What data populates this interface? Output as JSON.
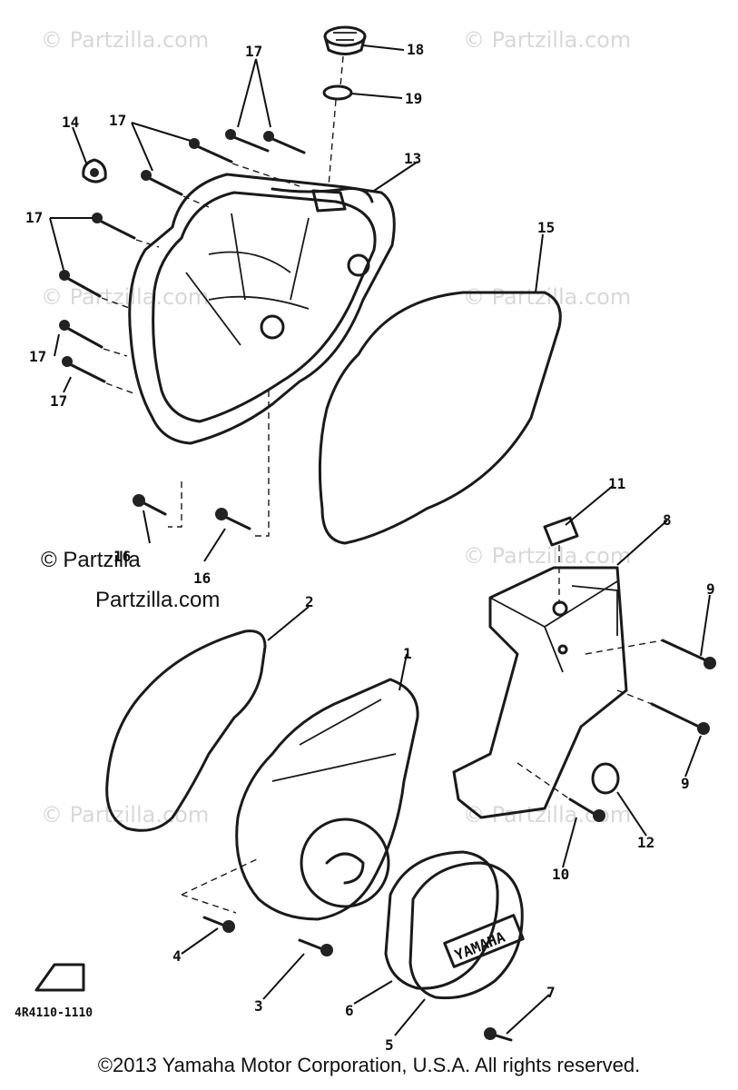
{
  "callouts": [
    {
      "id": "1",
      "label": "1"
    },
    {
      "id": "2",
      "label": "2"
    },
    {
      "id": "3",
      "label": "3"
    },
    {
      "id": "4",
      "label": "4"
    },
    {
      "id": "5",
      "label": "5"
    },
    {
      "id": "6",
      "label": "6"
    },
    {
      "id": "7",
      "label": "7"
    },
    {
      "id": "8",
      "label": "8"
    },
    {
      "id": "9a",
      "label": "9"
    },
    {
      "id": "9b",
      "label": "9"
    },
    {
      "id": "10",
      "label": "10"
    },
    {
      "id": "11",
      "label": "11"
    },
    {
      "id": "12",
      "label": "12"
    },
    {
      "id": "13",
      "label": "13"
    },
    {
      "id": "14",
      "label": "14"
    },
    {
      "id": "15",
      "label": "15"
    },
    {
      "id": "16a",
      "label": "16"
    },
    {
      "id": "16b",
      "label": "16"
    },
    {
      "id": "17a",
      "label": "17"
    },
    {
      "id": "17b",
      "label": "17"
    },
    {
      "id": "17c",
      "label": "17"
    },
    {
      "id": "17d",
      "label": "17"
    },
    {
      "id": "17e",
      "label": "17"
    },
    {
      "id": "18",
      "label": "18"
    },
    {
      "id": "19",
      "label": "19"
    }
  ],
  "diagram_code": "4R4110-1110",
  "cover_brand": "YAMAHA",
  "watermark": {
    "symbol": "©",
    "brand": "Partzilla",
    "domain": "Partzilla.com",
    "faint_text": "© Partzilla.com"
  },
  "copyright": "©2013 Yamaha Motor Corporation, U.S.A. All rights reserved.",
  "colors": {
    "ink": "#1a1a1a",
    "watermark": "#d8d8d8",
    "background": "#ffffff"
  }
}
